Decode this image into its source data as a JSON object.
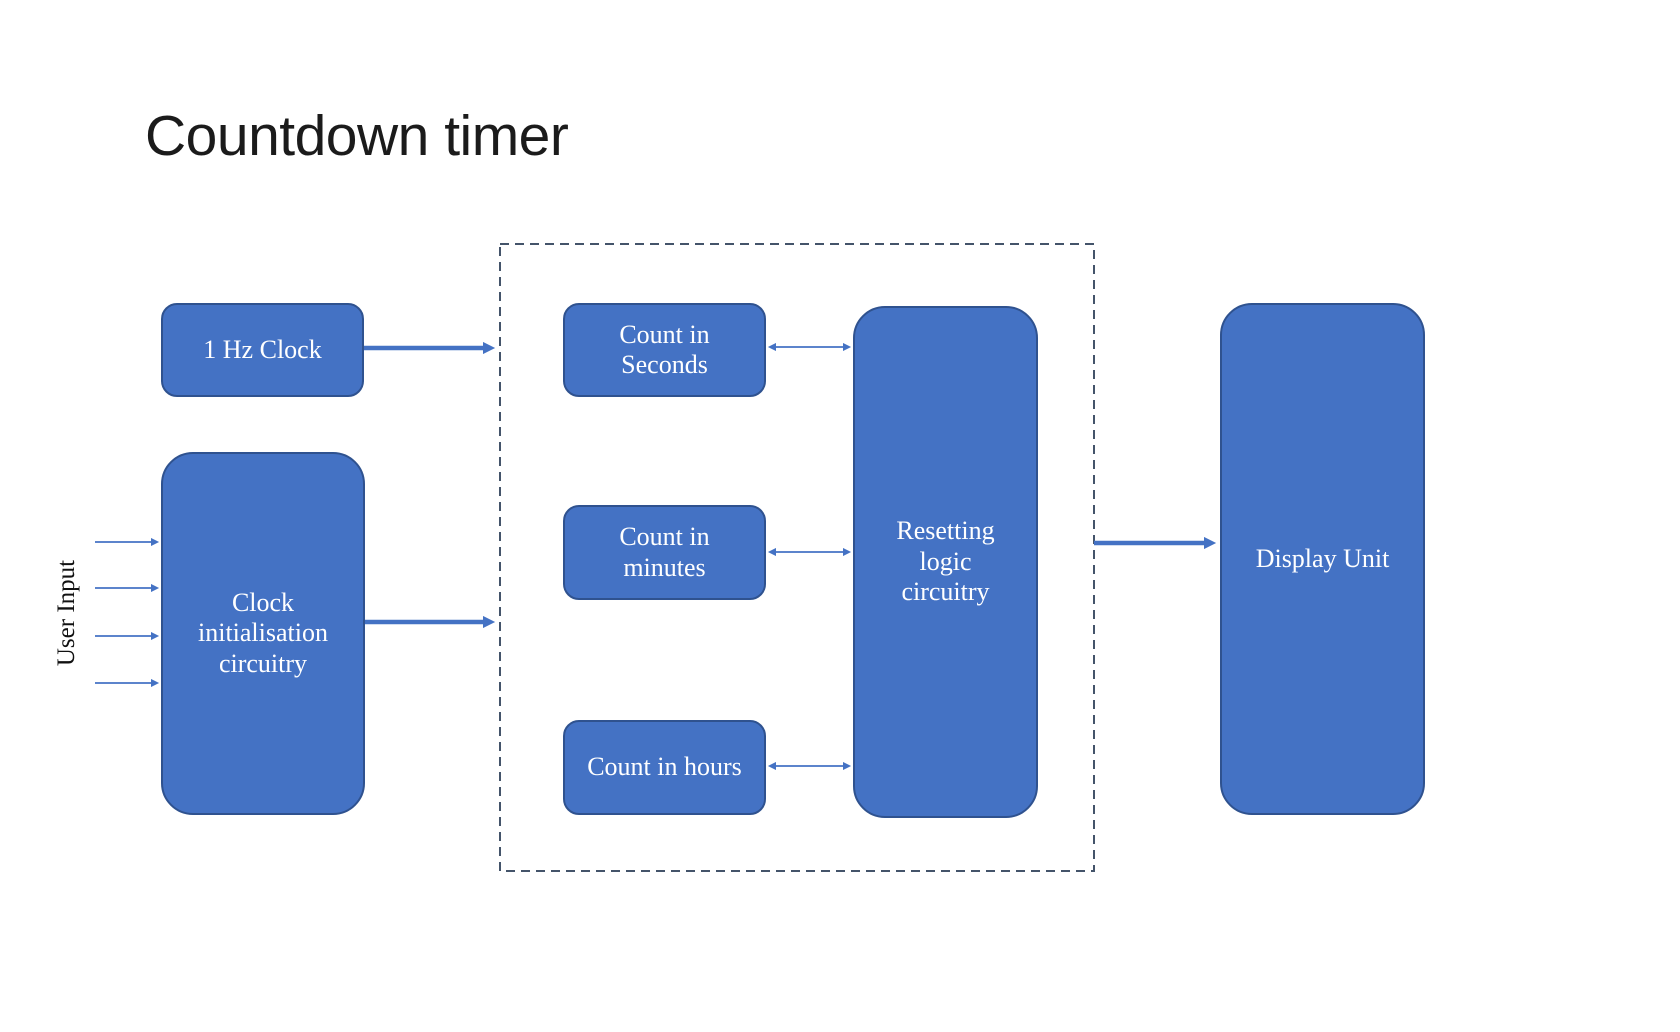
{
  "title": "Countdown timer",
  "colors": {
    "box_fill": "#4472C4",
    "box_border": "#2F528F",
    "arrow": "#4472C4",
    "dashed_border": "#44546A",
    "title_text": "#1b1b1b",
    "box_text": "#FFFFFF",
    "background": "#FFFFFF"
  },
  "diagram": {
    "user_input_label": "User Input",
    "blocks": {
      "hz_clock": {
        "label": "1 Hz Clock"
      },
      "clock_init": {
        "label": "Clock\ninitialisation\ncircuitry"
      },
      "count_seconds": {
        "label": "Count in\nSeconds"
      },
      "count_minutes": {
        "label": "Count in\nminutes"
      },
      "count_hours": {
        "label": "Count in hours"
      },
      "resetting": {
        "label": "Resetting\nlogic\ncircuitry"
      },
      "display": {
        "label": "Display Unit"
      }
    }
  }
}
